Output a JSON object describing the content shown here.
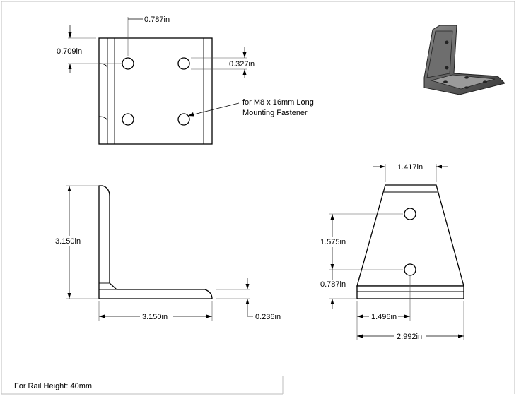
{
  "dimensions": {
    "hole_x_offset": "0.787in",
    "hole_y_offset": "0.709in",
    "hole_spacing_small": "0.327in",
    "side_height": "3.150in",
    "side_width": "3.150in",
    "thickness": "0.236in",
    "top_width": "1.417in",
    "hole_spacing_vertical": "1.575in",
    "hole_bottom_offset": "0.787in",
    "hole_center_offset": "1.496in",
    "base_width": "2.992in"
  },
  "notes": {
    "fastener_line1": "for M8 x 16mm Long",
    "fastener_line2": "Mounting Fastener",
    "rail_height": "For Rail Height: 40mm"
  }
}
